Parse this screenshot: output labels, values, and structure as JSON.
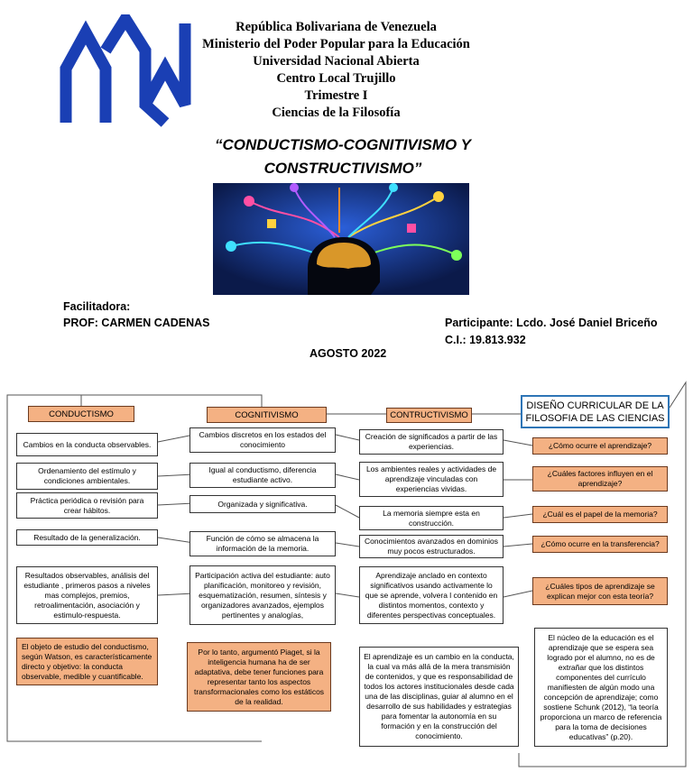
{
  "header": {
    "lines": [
      "República Bolivariana de Venezuela",
      "Ministerio del Poder Popular para la Educación",
      "Universidad Nacional Abierta",
      "Centro Local Trujillo",
      "Trimestre I",
      "Ciencias de la Filosofía"
    ]
  },
  "title": {
    "line1": "“CONDUCTISMO-COGNITIVISMO Y",
    "line2": "CONSTRUCTIVISMO”"
  },
  "info": {
    "facilitadora_label": "Facilitadora:",
    "facilitadora_name": "PROF: CARMEN CADENAS",
    "participante": "Participante: Lcdo. José Daniel Briceño",
    "ci": "C.I.: 19.813.932",
    "date": "AGOSTO 2022"
  },
  "colors": {
    "logo_blue": "#1a3fb4",
    "orange": "#f4b183",
    "border_blue": "#2e75b6"
  },
  "map": {
    "conductismo": {
      "header": "CONDUCTISMO",
      "items": [
        "Cambios en la conducta observables.",
        "Ordenamiento del estímulo y condiciones ambientales.",
        "Práctica periódica o revisión para crear hábitos.",
        "Resultado de la generalización.",
        "Resultados observables, análisis del estudiante , primeros pasos a niveles mas complejos, premios, retroalimentación, asociación y estimulo-respuesta."
      ],
      "conclusion": "El objeto de estudio del conductismo, según Watson, es característicamente directo y objetivo: la conducta observable, medible y cuantificable."
    },
    "cognitivismo": {
      "header": "COGNITIVISMO",
      "items": [
        "Cambios discretos en los estados del conocimiento",
        "Igual al conductismo, diferencia estudiante activo.",
        "Organizada y significativa.",
        "Función de cómo se almacena la información de la memoria.",
        "Participación activa del estudiante: auto planificación, monitoreo y revisión, esquematización, resumen, síntesis y organizadores avanzados, ejemplos pertinentes y analogías,"
      ],
      "conclusion": "Por lo tanto, argumentó Piaget, si la inteligencia humana ha de ser adaptativa, debe tener funciones para representar tanto los aspectos transformacionales como los estáticos de la realidad."
    },
    "constructivismo": {
      "header": "CONTRUCTIVISMO",
      "items": [
        "Creación de significados a partir de las experiencias.",
        "Los ambientes reales y actividades de aprendizaje vinculadas con experiencias vividas.",
        "La memoria siempre esta en construcción.",
        "Conocimientos avanzados en dominios muy pocos estructurados.",
        "Aprendizaje anclado en contexto significativos usando activamente lo que se aprende, volvera l contenido en distintos momentos, contexto y diferentes perspectivas conceptuales."
      ],
      "conclusion": "El aprendizaje es un cambio en la conducta, la cual va más allá de la mera transmisión de contenidos, y que es responsabilidad de todos los actores institucionales desde cada una de las disciplinas, guiar al alumno en el desarrollo de sus habilidades y estrategias para fomentar la autonomía en su formación y en la construcción del conocimiento."
    },
    "diseno": {
      "header": "DISEÑO CURRICULAR DE LA FILOSOFIA DE LAS CIENCIAS",
      "questions": [
        "¿Cómo ocurre el aprendizaje?",
        "¿Cuáles factores influyen en el aprendizaje?",
        "¿Cuál es el papel de la memoria?",
        "¿Cómo ocurre en la transferencia?",
        "¿Cuáles tipos de aprendizaje se explican mejor con esta teoría?"
      ],
      "conclusion": "El núcleo de la educación es el aprendizaje que se espera sea logrado por el alumno, no es de extrañar que los distintos componentes del currículo manifiesten de algún modo una concepción de aprendizaje; como sostiene Schunk (2012), “la teoría proporciona un marco de referencia para la toma de decisiones educativas” (p.20)."
    }
  }
}
